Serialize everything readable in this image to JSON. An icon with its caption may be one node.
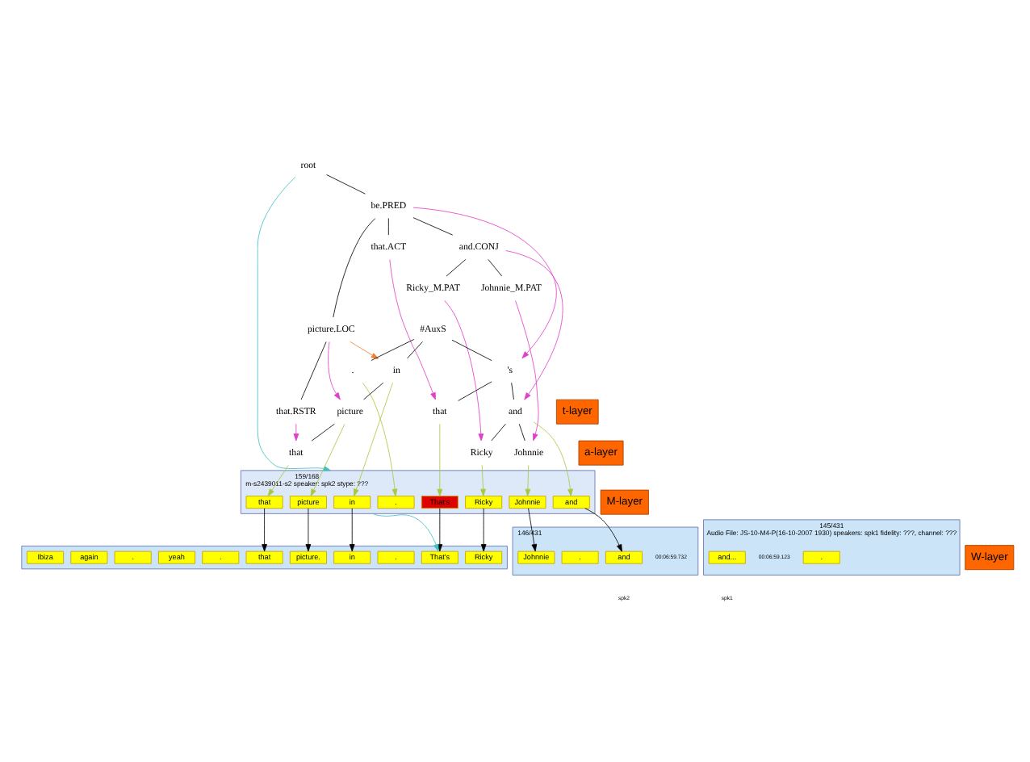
{
  "diagram": {
    "nodes": [
      {
        "text": [
          "root"
        ]
      },
      {
        "text": [
          "be.PRED"
        ]
      },
      {
        "text": [
          "picture.LOC"
        ]
      },
      {
        "text": [
          "that.ACT"
        ]
      },
      {
        "text": [
          "that.RSTR"
        ]
      },
      {
        "text": [
          "t-layer"
        ]
      },
      {
        "text": [
          "and.CONJ"
        ]
      },
      {
        "text": [
          "Ricky_M.PAT"
        ]
      },
      {
        "text": [
          "Johnnie_M.PAT"
        ]
      },
      {
        "text": [
          "#AuxS"
        ]
      },
      {
        "text": [
          "."
        ]
      },
      {
        "text": [
          "in"
        ]
      },
      {
        "text": [
          "'s"
        ]
      },
      {
        "text": [
          "picture"
        ]
      },
      {
        "text": [
          "that"
        ]
      },
      {
        "text": [
          "that"
        ]
      },
      {
        "text": [
          "and"
        ]
      },
      {
        "text": [
          "a-layer"
        ]
      },
      {
        "text": [
          "Ricky"
        ]
      },
      {
        "text": [
          "Johnnie"
        ]
      },
      {
        "text": [
          "159/168",
          "m-s2439011-s2 speaker: spk2 stype: ???"
        ]
      },
      {
        "text": [
          "That's"
        ],
        "in": 20
      },
      {
        "text": [
          "Ricky"
        ],
        "in": 20
      },
      {
        "text": [
          "and"
        ],
        "in": 20
      },
      {
        "text": [
          "Johnnie"
        ],
        "in": 20
      },
      {
        "text": [
          "in"
        ],
        "in": 20
      },
      {
        "text": [
          "that"
        ],
        "in": 20
      },
      {
        "text": [
          "picture"
        ],
        "in": 20
      },
      {
        "text": [
          "."
        ],
        "in": 20
      },
      {
        "text": [
          "M-layer"
        ]
      },
      {
        "text": [],
        "shape": "box"
      },
      {
        "text": [
          "Ibiza"
        ],
        "in": 30
      },
      {
        "text": [
          "again"
        ],
        "in": 30
      },
      {
        "text": [
          "."
        ],
        "in": 30
      },
      {
        "text": [
          "yeah"
        ],
        "in": 30
      },
      {
        "text": [
          "."
        ],
        "in": 30
      },
      {
        "text": [
          "That's"
        ],
        "in": 30
      },
      {
        "text": [
          "Ricky"
        ],
        "in": 30
      },
      {
        "text": [
          "in"
        ],
        "in": 30
      },
      {
        "text": [
          "that"
        ],
        "in": 30
      },
      {
        "text": [
          "picture."
        ],
        "in": 30
      },
      {
        "text": [
          "."
        ],
        "in": 30
      },
      {
        "text": [
          "145/431",
          "Audio File: JS-10-M4-P(16-10-2007 1930) speakers: spk1 fidelity: ???, channel: ???"
        ]
      },
      {
        "text": [
          "and..."
        ],
        "in": 42,
        "beside": [
          "00:06:59.123"
        ]
      },
      {
        "text": [
          "."
        ],
        "in": 42
      },
      {
        "text": [
          "W-layer"
        ]
      },
      {
        "text": [
          "146/431"
        ]
      },
      {
        "text": [
          "and"
        ],
        "in": 46,
        "beside": [
          "00:06:59.732"
        ]
      },
      {
        "text": [
          "Johnnie"
        ],
        "in": 46
      },
      {
        "text": [
          "."
        ],
        "in": 46
      }
    ],
    "edges": [
      {
        "from": 0,
        "to": 1,
        "arrow": "none"
      },
      {
        "from": 1,
        "to": 3,
        "arrow": "none"
      },
      {
        "from": 1,
        "to": 2,
        "arrow": "none"
      },
      {
        "from": 1,
        "to": 6,
        "arrow": "none"
      },
      {
        "from": 2,
        "to": 4,
        "arrow": "none"
      },
      {
        "from": 6,
        "to": 7,
        "arrow": "none"
      },
      {
        "from": 6,
        "to": 8,
        "arrow": "none"
      },
      {
        "from": 9,
        "to": 10,
        "arrow": "none"
      },
      {
        "from": 9,
        "to": 11,
        "arrow": "none"
      },
      {
        "from": 9,
        "to": 12,
        "arrow": "none"
      },
      {
        "from": 12,
        "to": 14,
        "arrow": "none"
      },
      {
        "from": 12,
        "to": 16,
        "arrow": "none"
      },
      {
        "from": 16,
        "to": 18,
        "arrow": "none"
      },
      {
        "from": 16,
        "to": 19,
        "arrow": "none"
      },
      {
        "from": 11,
        "to": 13,
        "arrow": "none"
      },
      {
        "from": 13,
        "to": 15,
        "arrow": "none"
      },
      {
        "from": 3,
        "to": 14,
        "arrow": "to",
        "color": "#e040c8"
      },
      {
        "from": 1,
        "to": 12,
        "arrow": "to",
        "color": "#e040c8"
      },
      {
        "from": 7,
        "to": 18,
        "arrow": "to",
        "color": "#e040c8"
      },
      {
        "from": 6,
        "to": 16,
        "arrow": "to",
        "color": "#e040c8"
      },
      {
        "from": 8,
        "to": 19,
        "arrow": "to",
        "color": "#e040c8"
      },
      {
        "from": 2,
        "to": 13,
        "arrow": "to",
        "color": "#e040c8"
      },
      {
        "from": 4,
        "to": 15,
        "arrow": "to",
        "color": "#e040c8"
      },
      {
        "from": 2,
        "to": 11,
        "arrow": "to",
        "color": "#f08030"
      },
      {
        "from": 14,
        "to": 21,
        "arrow": "to",
        "color": "#a8c840"
      },
      {
        "from": 18,
        "to": 22,
        "arrow": "to",
        "color": "#a8c840"
      },
      {
        "from": 16,
        "to": 23,
        "arrow": "to",
        "color": "#a8c840"
      },
      {
        "from": 19,
        "to": 24,
        "arrow": "to",
        "color": "#a8c840"
      },
      {
        "from": 11,
        "to": 25,
        "arrow": "to",
        "color": "#a8c840"
      },
      {
        "from": 15,
        "to": 26,
        "arrow": "to",
        "color": "#a8c840"
      },
      {
        "from": 13,
        "to": 27,
        "arrow": "to",
        "color": "#a8c840"
      },
      {
        "from": 10,
        "to": 28,
        "arrow": "to",
        "color": "#a8c840"
      },
      {
        "from": 21,
        "to": 36,
        "arrow": "to"
      },
      {
        "from": 22,
        "to": 37,
        "arrow": "to"
      },
      {
        "from": 25,
        "to": 38,
        "arrow": "to"
      },
      {
        "from": 26,
        "to": 39,
        "arrow": "to"
      },
      {
        "from": 27,
        "to": 40,
        "arrow": "to"
      },
      {
        "from": 23,
        "to": 47,
        "arrow": "to"
      },
      {
        "from": 24,
        "to": 48,
        "arrow": "to"
      },
      {
        "from": 0,
        "to": 20,
        "arrow": "to",
        "color": "#40c0c0"
      },
      {
        "from": 20,
        "to": 36,
        "arrow": "to",
        "color": "#40c0c0"
      }
    ],
    "labels": [
      "spk1",
      "spk2"
    ]
  }
}
